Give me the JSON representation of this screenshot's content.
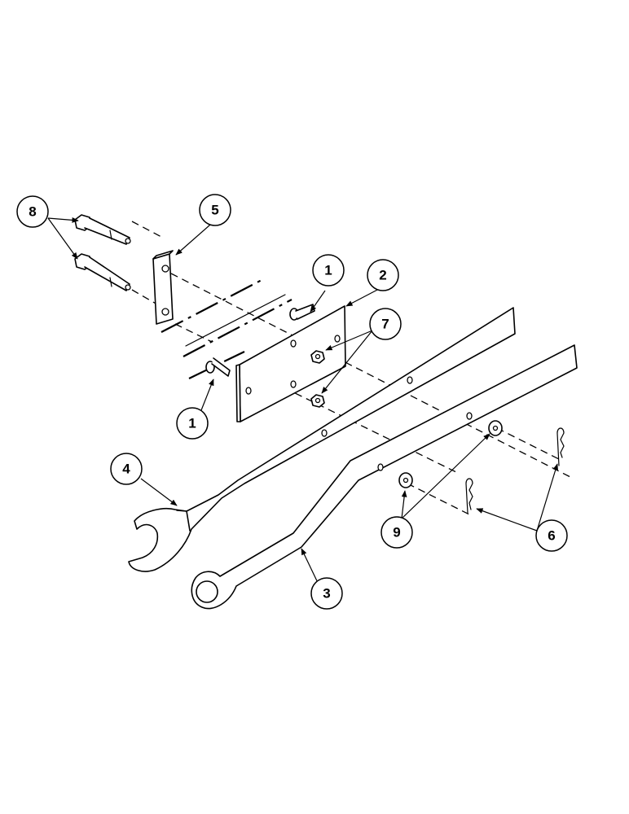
{
  "diagram": {
    "type": "exploded-parts-view",
    "description": "Wrench storage bracket assembly",
    "colors": {
      "line": "#000000",
      "background": "#ffffff"
    },
    "callouts": [
      {
        "id": "c8",
        "label": "8",
        "part": "bolt (x2)"
      },
      {
        "id": "c5",
        "label": "5",
        "part": "clamp plate"
      },
      {
        "id": "c1a",
        "label": "1",
        "part": "pin (upper)"
      },
      {
        "id": "c2",
        "label": "2",
        "part": "mounting plate"
      },
      {
        "id": "c7",
        "label": "7",
        "part": "nut (x2)"
      },
      {
        "id": "c1b",
        "label": "1",
        "part": "pin (lower)"
      },
      {
        "id": "c4",
        "label": "4",
        "part": "open-end wrench"
      },
      {
        "id": "c9",
        "label": "9",
        "part": "washer (x2)"
      },
      {
        "id": "c6",
        "label": "6",
        "part": "hair pin clip (x2)"
      },
      {
        "id": "c3",
        "label": "3",
        "part": "box-end wrench"
      }
    ]
  }
}
